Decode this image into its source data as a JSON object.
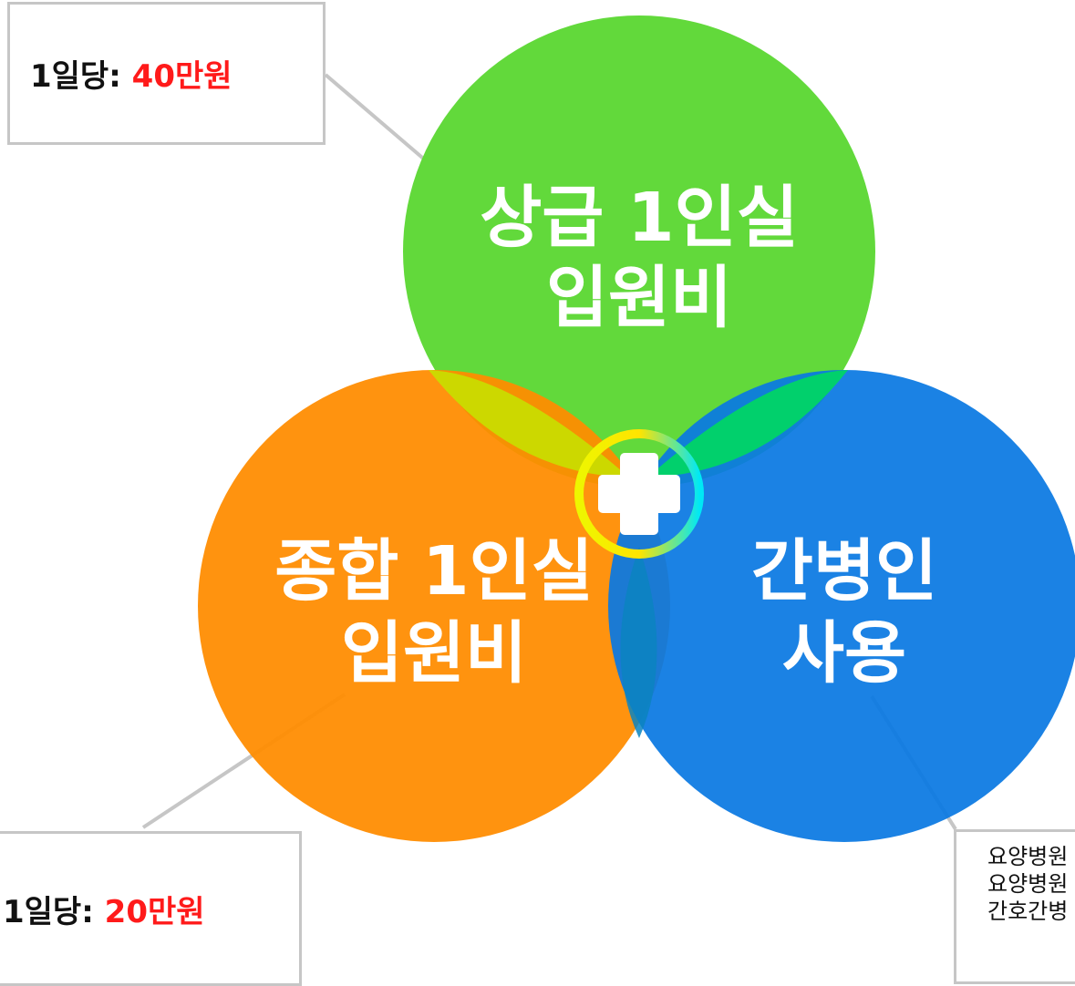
{
  "circles": {
    "top": {
      "line1": "상급 1인실",
      "line2": "입원비",
      "color": "#62d93b"
    },
    "left": {
      "line1": "종합 1인실",
      "line2": "입원비",
      "color": "#ff8c00"
    },
    "right": {
      "line1": "간병인",
      "line2": "사용",
      "color": "#0a78e2"
    }
  },
  "center": {
    "icon": "plus-icon"
  },
  "callouts": {
    "top": {
      "label": "1일당:",
      "amount": "40만원"
    },
    "bottom": {
      "label": "1일당:",
      "amount": "20만원"
    },
    "right": {
      "lines": [
        "요양병원",
        "요양병원",
        "간호간병"
      ]
    }
  },
  "colors": {
    "amount_red": "#ff1a1a",
    "border_gray": "#c6c6c6"
  }
}
